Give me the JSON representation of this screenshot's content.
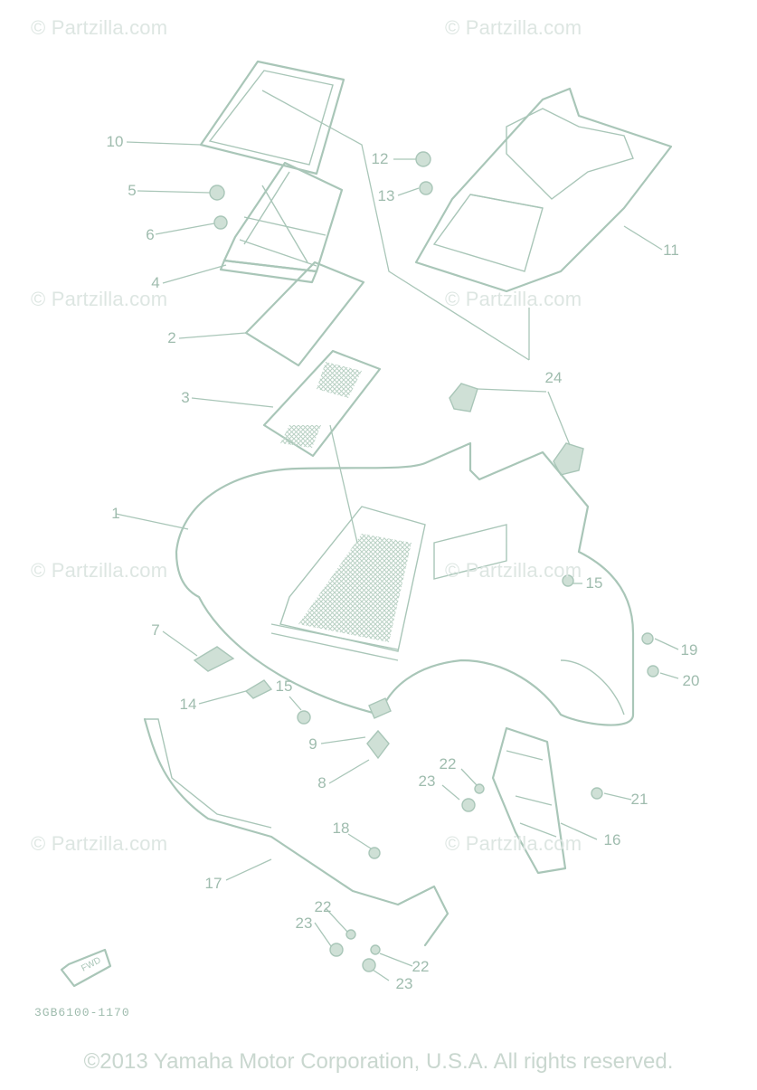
{
  "watermark": "© Partzilla.com",
  "diagram_code": "3GB6100-1170",
  "copyright": "©2013 Yamaha Motor Corporation, U.S.A. All rights reserved.",
  "callouts": [
    "1",
    "2",
    "3",
    "4",
    "5",
    "6",
    "7",
    "8",
    "9",
    "10",
    "11",
    "12",
    "13",
    "14",
    "15",
    "15",
    "16",
    "17",
    "18",
    "19",
    "20",
    "21",
    "22",
    "23",
    "22",
    "23",
    "22",
    "23",
    "24"
  ],
  "direction_arrow_label": "FWD"
}
